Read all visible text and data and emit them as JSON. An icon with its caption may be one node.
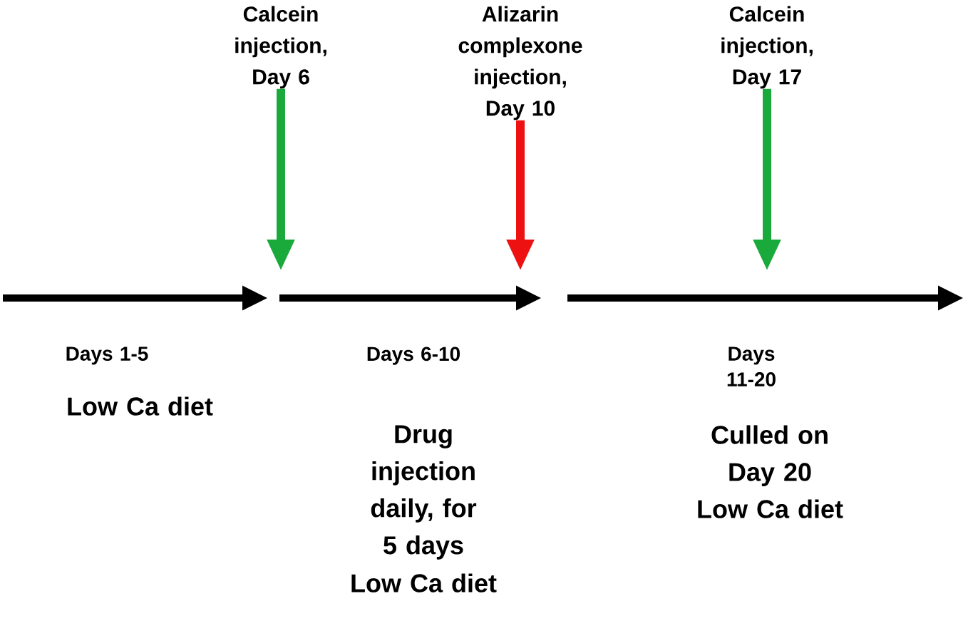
{
  "diagram": {
    "nodes": [
      {
        "text": [
          "Calcein injection, Day 6"
        ]
      },
      {
        "text": [
          "Alizarin complexone injection, Day 10"
        ]
      },
      {
        "text": [
          "Calcein injection, Day 17"
        ]
      }
    ],
    "edges": [
      {
        "from": 0,
        "to": null,
        "arrow": "to"
      },
      {
        "from": 1,
        "to": null,
        "arrow": "to",
        "color": "#ee1111"
      },
      {
        "from": 2,
        "to": null,
        "arrow": "to"
      }
    ],
    "labels": [
      "Days 1-5",
      "Days 6-10",
      "Days 11-20",
      "Low Ca diet",
      "Drug injection daily, for 5 days",
      "Low Ca diet",
      "Culled on Day 20",
      "Low Ca diet"
    ]
  }
}
